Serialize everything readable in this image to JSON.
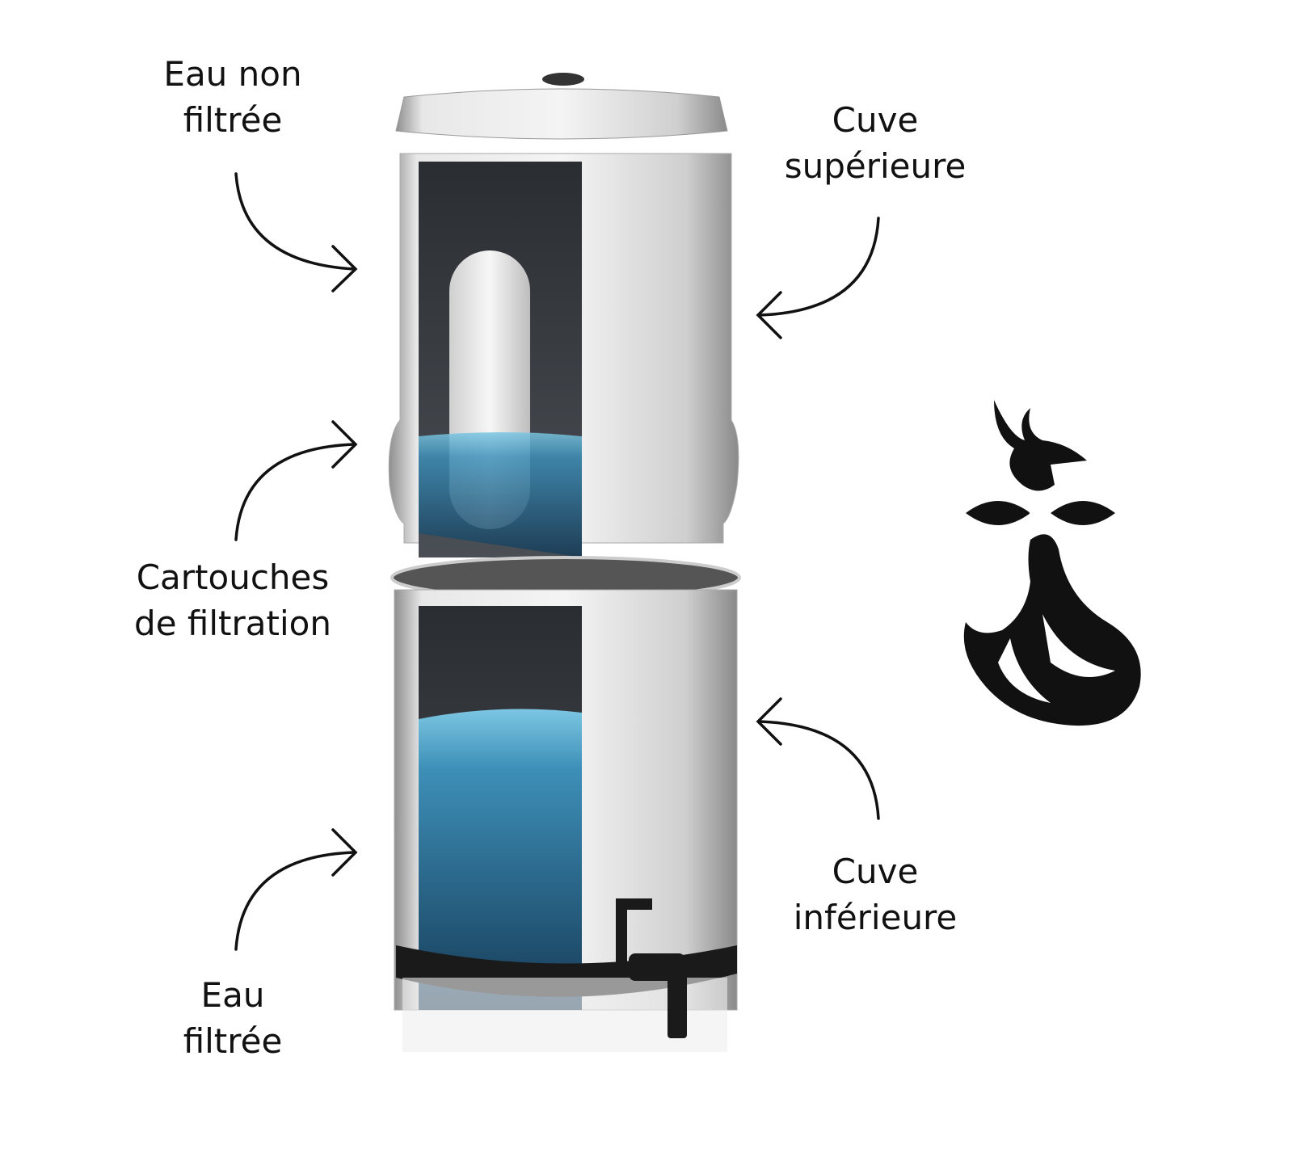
{
  "labels": {
    "unfiltered_water": [
      "Eau non",
      "filtrée"
    ],
    "cartridges": [
      "Cartouches",
      "de filtration"
    ],
    "filtered_water": [
      "Eau",
      "filtrée"
    ],
    "upper_tank": [
      "Cuve",
      "supérieure"
    ],
    "lower_tank": [
      "Cuve",
      "inférieure"
    ]
  },
  "colors": {
    "water": "#3d8fb8",
    "steel": "#d9d9d9",
    "dark": "#1a1a1a"
  },
  "logo": "phoenix-logo"
}
